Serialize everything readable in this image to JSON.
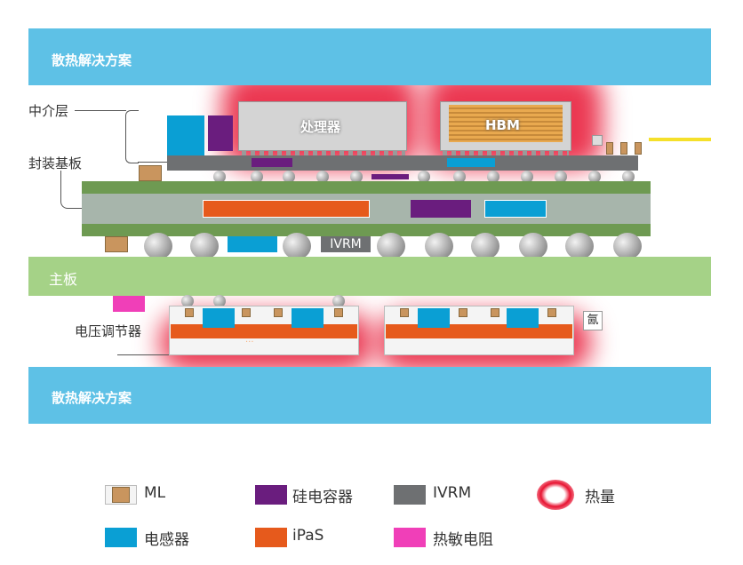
{
  "top_band": {
    "label": "散热解决方案"
  },
  "bottom_band": {
    "label": "散热解决方案"
  },
  "motherboard": {
    "label": "主板"
  },
  "callouts": {
    "interposer": "中介层",
    "substrate": "封装基板",
    "vr": "电压调节器"
  },
  "chips": {
    "processor": "处理器",
    "hbm": "HBM",
    "ivrm": "IVRM"
  },
  "vr_module_text": "...",
  "small_icon_label": "氤",
  "legend": [
    {
      "label": "ML",
      "swatch": "mlcc"
    },
    {
      "label": "硅电容器",
      "swatch": "silicon-capacitor"
    },
    {
      "label": "IVRM",
      "swatch": "ivrm"
    },
    {
      "label": "热量",
      "swatch": "heat"
    },
    {
      "label": "电感器",
      "swatch": "inductor"
    },
    {
      "label": "iPaS",
      "swatch": "ipas"
    },
    {
      "label": "热敏电阻",
      "swatch": "thermistor"
    }
  ],
  "colors": {
    "cooling_band": "#5ec1e6",
    "motherboard": "#a5d287",
    "substrate_green": "#6e9a52",
    "substrate_gray": "#a7b5ab",
    "heat": "#e81432",
    "capacitor": "#6a1d7e",
    "inductor": "#0a9fd4",
    "ipas": "#e65a1c",
    "thermistor": "#f03fb8",
    "mlcc": "#c9955e",
    "ivrm": "#6e7072"
  }
}
